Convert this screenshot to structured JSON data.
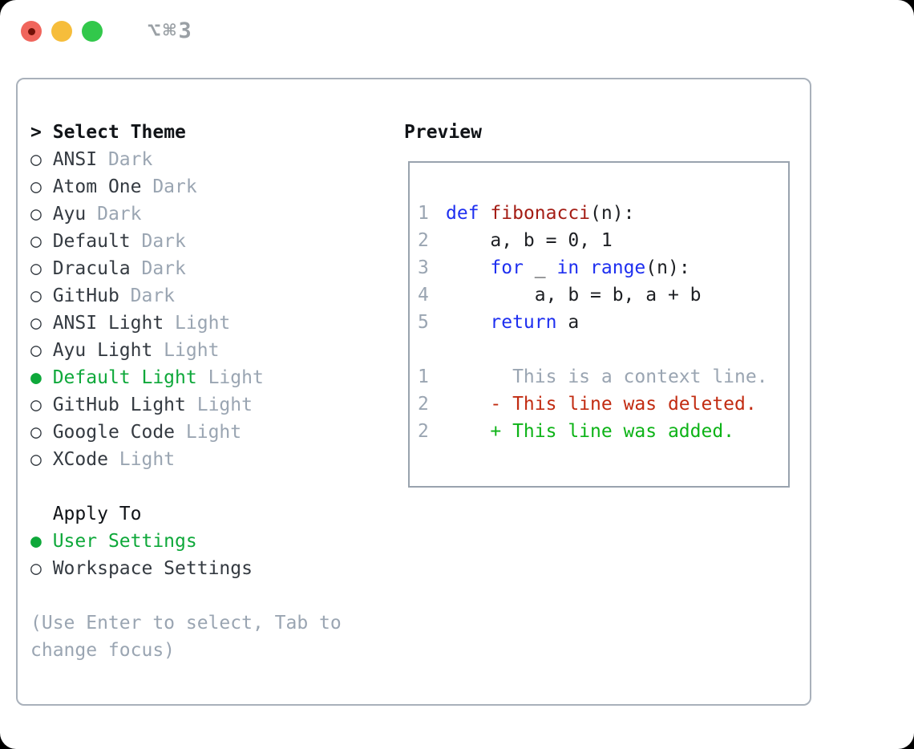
{
  "colors": {
    "light_red": "#f0655c",
    "light_red_dot": "#721108",
    "light_yellow": "#f6bd3b",
    "light_green": "#32c84b",
    "shortcut_gray": "#9aa0a5",
    "panel_border": "#a9b1bb",
    "pbox_border": "#99a3ae",
    "heading_text": "#101317",
    "item_text": "#343a41",
    "muted_gray": "#9aa5b2",
    "select_green": "#0ea83a",
    "code_keyword": "#1e2ff0",
    "code_func": "#a41d15",
    "code_plain": "#1d1f23",
    "diff_deleted": "#c22c12",
    "diff_added": "#0db317"
  },
  "titlebar": {
    "shortcut": "⌥⌘3"
  },
  "icons": {
    "prompt": ">",
    "radio_unselected": "○",
    "radio_selected": "●"
  },
  "theme_panel": {
    "title": "Select Theme",
    "items": [
      {
        "name": "ANSI",
        "variant": "Dark",
        "selected": false
      },
      {
        "name": "Atom One",
        "variant": "Dark",
        "selected": false
      },
      {
        "name": "Ayu",
        "variant": "Dark",
        "selected": false
      },
      {
        "name": "Default",
        "variant": "Dark",
        "selected": false
      },
      {
        "name": "Dracula",
        "variant": "Dark",
        "selected": false
      },
      {
        "name": "GitHub",
        "variant": "Dark",
        "selected": false
      },
      {
        "name": "ANSI Light",
        "variant": "Light",
        "selected": false
      },
      {
        "name": "Ayu Light",
        "variant": "Light",
        "selected": false
      },
      {
        "name": "Default Light",
        "variant": "Light",
        "selected": true
      },
      {
        "name": "GitHub Light",
        "variant": "Light",
        "selected": false
      },
      {
        "name": "Google Code",
        "variant": "Light",
        "selected": false
      },
      {
        "name": "XCode",
        "variant": "Light",
        "selected": false
      }
    ],
    "apply_to": {
      "title": "Apply To",
      "options": [
        {
          "label": "User Settings",
          "selected": true
        },
        {
          "label": "Workspace Settings",
          "selected": false
        }
      ]
    },
    "hint": "(Use Enter to select, Tab to change focus)"
  },
  "preview": {
    "title": "Preview",
    "lines": [
      {
        "num": "1",
        "tokens": [
          {
            "t": "def",
            "c": "keyword"
          },
          {
            "t": " ",
            "c": "plain"
          },
          {
            "t": "fibonacci",
            "c": "func"
          },
          {
            "t": "(n):",
            "c": "plain"
          }
        ]
      },
      {
        "num": "2",
        "tokens": [
          {
            "t": "    a, b = 0, 1",
            "c": "plain"
          }
        ]
      },
      {
        "num": "3",
        "tokens": [
          {
            "t": "    ",
            "c": "plain"
          },
          {
            "t": "for",
            "c": "keyword"
          },
          {
            "t": " _ ",
            "c": "plain"
          },
          {
            "t": "in",
            "c": "keyword"
          },
          {
            "t": " ",
            "c": "plain"
          },
          {
            "t": "range",
            "c": "keyword"
          },
          {
            "t": "(n):",
            "c": "plain"
          }
        ]
      },
      {
        "num": "4",
        "tokens": [
          {
            "t": "        a, b = b, a + b",
            "c": "plain"
          }
        ]
      },
      {
        "num": "5",
        "tokens": [
          {
            "t": "    ",
            "c": "plain"
          },
          {
            "t": "return",
            "c": "keyword"
          },
          {
            "t": " a",
            "c": "plain"
          }
        ]
      },
      {
        "num": "",
        "tokens": []
      },
      {
        "num": "1",
        "tokens": [
          {
            "t": "      This is a context line.",
            "c": "context"
          }
        ]
      },
      {
        "num": "2",
        "tokens": [
          {
            "t": "    - This line was deleted.",
            "c": "deleted"
          }
        ]
      },
      {
        "num": "2",
        "tokens": [
          {
            "t": "    + This line was added.",
            "c": "added"
          }
        ]
      }
    ]
  }
}
